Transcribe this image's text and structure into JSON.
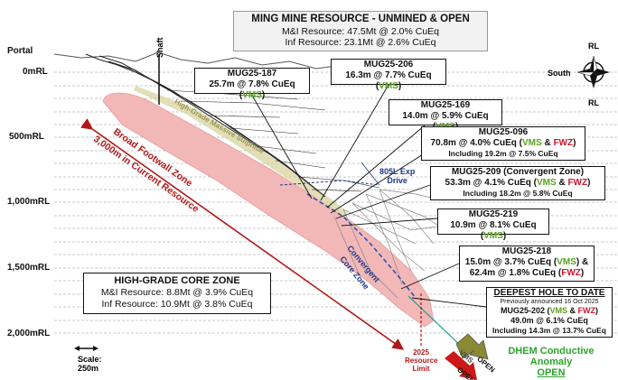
{
  "title_box": {
    "title": "MING MINE RESOURCE - UNMINED & OPEN",
    "line1": "M&I Resource: 47.5Mt @ 2.0% CuEq",
    "line2": "Inf Resource: 23.1Mt @ 2.6% CuEq"
  },
  "levels": {
    "portal": "Portal",
    "m0": "0mRL",
    "m500": "500mRL",
    "m1000": "1,000mRL",
    "m1500": "1,500mRL",
    "m2000": "2,000mRL"
  },
  "shaft_label": "Shaft",
  "compass": {
    "rl_top": "RL",
    "rl_bottom": "RL",
    "south": "South"
  },
  "scale": {
    "label": "Scale:",
    "value": "250m"
  },
  "labels": {
    "massive_sulphide": "High-Grade Massive Sulphide",
    "footwall1": "Broad Footwall Zone",
    "footwall2": "3,000m in Current Resource",
    "exp_drive1": "805L Exp",
    "exp_drive2": "Drive",
    "convergent1": "Convergent",
    "convergent2": "Core Zone",
    "resource_limit1": "2025",
    "resource_limit2": "Resource",
    "resource_limit3": "Limit",
    "vms_arrow": "VMS",
    "open1": "OPEN",
    "open2": "OPEN",
    "dhem1": "DHEM Conductive",
    "dhem2": "Anomaly",
    "dhem3": "OPEN"
  },
  "callouts": {
    "mug187": {
      "name": "MUG25-187",
      "value": "25.7m @ 7.8% CuEq (",
      "vms": "VMS",
      "close": ")"
    },
    "mug206": {
      "name": "MUG25-206",
      "value": "16.3m @ 7.7% CuEq (",
      "vms": "VMS",
      "close": ")"
    },
    "mug169": {
      "name": "MUG25-169",
      "value": "14.0m @ 5.9% CuEq (",
      "vms": "VMS",
      "close": ")"
    },
    "mug096": {
      "name": "MUG25-096",
      "value": "70.8m @ 4.0% CuEq (",
      "vms": "VMS",
      "amp": " & ",
      "fwz": "FWZ",
      "close": ")",
      "incl": "Including 19.2m @ 7.5% CuEq"
    },
    "mug209": {
      "name": "MUG25-209 (Convergent Zone)",
      "value": "53.3m @ 4.1% CuEq (",
      "vms": "VMS",
      "amp": " & ",
      "fwz": "FWZ",
      "close": ")",
      "incl": "Including 18.2m @ 5.8% CuEq"
    },
    "mug219": {
      "name": "MUG25-219",
      "value": "10.9m @ 8.1% CuEq (",
      "vms": "VMS",
      "close": ")"
    },
    "mug218": {
      "name": "MUG25-218",
      "value": "15.0m @ 3.7% CuEq (",
      "vms": "VMS",
      "close1": ") &",
      "value2": "62.4m @ 1.8% CuEq (",
      "fwz": "FWZ",
      "close2": ")"
    },
    "deepest": {
      "title": "DEEPEST HOLE TO DATE",
      "note": "Previously announced 16 Oct 2025",
      "name": "MUG25-202 (",
      "vms": "VMS",
      "amp": " & ",
      "fwz": "FWZ",
      "close": ")",
      "value": "49.0m @ 6.1% CuEq",
      "incl": "Including 14.3m @ 13.7% CuEq"
    }
  },
  "core_box": {
    "title": "HIGH-GRADE CORE ZONE",
    "line1": "M&I Resource: 8.8Mt @ 3.9% CuEq",
    "line2": "Inf Resource: 10.9Mt @ 3.8% CuEq"
  },
  "colors": {
    "vms": "#5aa01e",
    "fwz": "#d0142a",
    "footwall_body": "#f2b7b7",
    "dhem": "#2aa52a"
  }
}
